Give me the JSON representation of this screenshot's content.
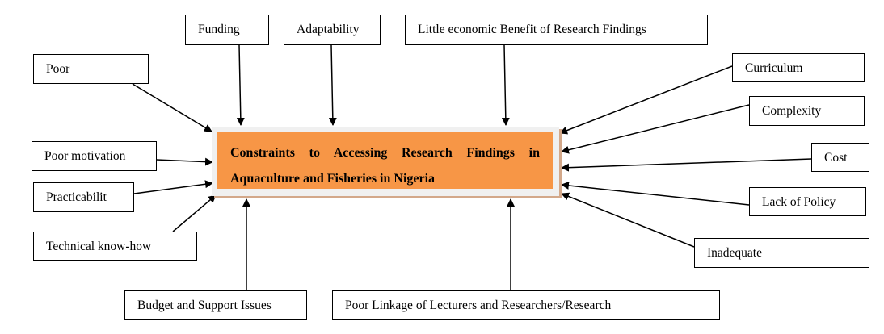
{
  "central": {
    "title": "Constraints to Accessing Research Findings in Aquaculture and Fisheries in Nigeria"
  },
  "factors": {
    "funding": "Funding",
    "adaptability": "Adaptability",
    "little_benefit": "Little economic Benefit of Research Findings",
    "poor": "Poor",
    "curriculum": "Curriculum",
    "complexity": "Complexity",
    "poor_motivation": "Poor motivation",
    "cost": "Cost",
    "practicability": "Practicabilit",
    "lack_policy": "Lack of Policy",
    "technical": "Technical know-how",
    "inadequate": "Inadequate",
    "budget": "Budget and Support Issues",
    "poor_linkage": "Poor Linkage of Lecturers and Researchers/Research"
  },
  "colors": {
    "center_fill": "#f79646",
    "frame": "#f0f0f0",
    "shadow": "#d3a88a"
  }
}
